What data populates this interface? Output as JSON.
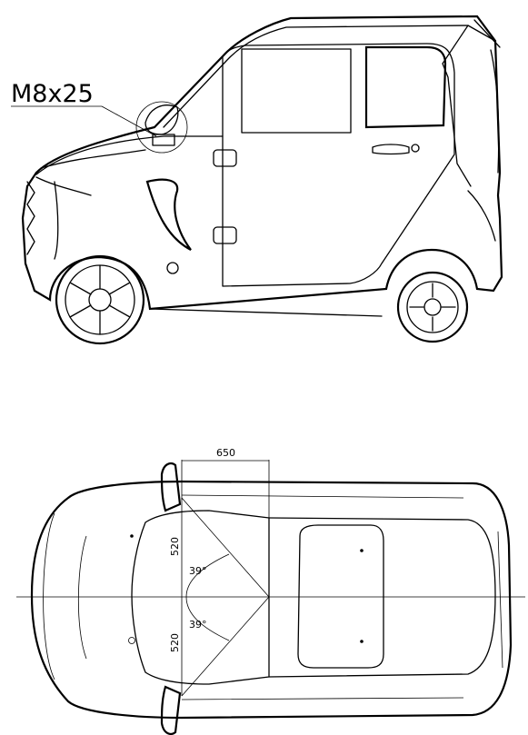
{
  "side_view": {
    "callout_label": "M8x25"
  },
  "top_view": {
    "width_dimension": "650",
    "offset_upper": "520",
    "offset_lower": "520",
    "angle_upper": "39°",
    "angle_lower": "39°"
  }
}
